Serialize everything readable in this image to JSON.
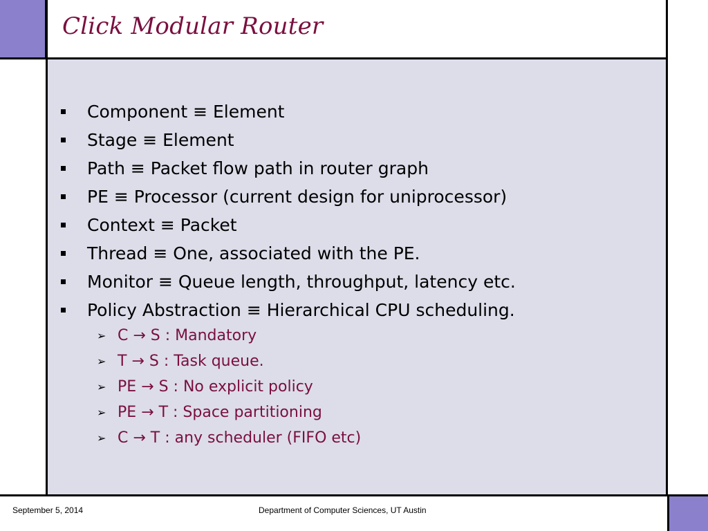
{
  "slide": {
    "title": "Click Modular Router"
  },
  "bullets": [
    {
      "text": "Component ≡ Element"
    },
    {
      "text": "Stage ≡ Element"
    },
    {
      "text": "Path ≡ Packet flow path in router graph"
    },
    {
      "text": "PE ≡ Processor (current design for uniprocessor)"
    },
    {
      "text": "Context ≡ Packet"
    },
    {
      "text": "Thread ≡ One, associated with the PE."
    },
    {
      "text": "Monitor ≡ Queue length, throughput, latency etc."
    },
    {
      "text": "Policy Abstraction ≡ Hierarchical CPU scheduling."
    }
  ],
  "sub_bullets": [
    {
      "text": "C → S : Mandatory"
    },
    {
      "text": "T → S : Task queue."
    },
    {
      "text": "PE → S : No explicit policy"
    },
    {
      "text": "PE → T : Space partitioning"
    },
    {
      "text": "C → T : any scheduler (FIFO etc)"
    }
  ],
  "footer": {
    "date": "September 5, 2014",
    "department": "Department of Computer Sciences, UT Austin"
  },
  "colors": {
    "accent_purple": "#8b80cc",
    "title_color": "#7a0f3f",
    "content_bg": "#dcdde9"
  },
  "icons": {
    "bullet": "square-bullet-icon",
    "sub_bullet": "arrow-bullet-icon"
  }
}
